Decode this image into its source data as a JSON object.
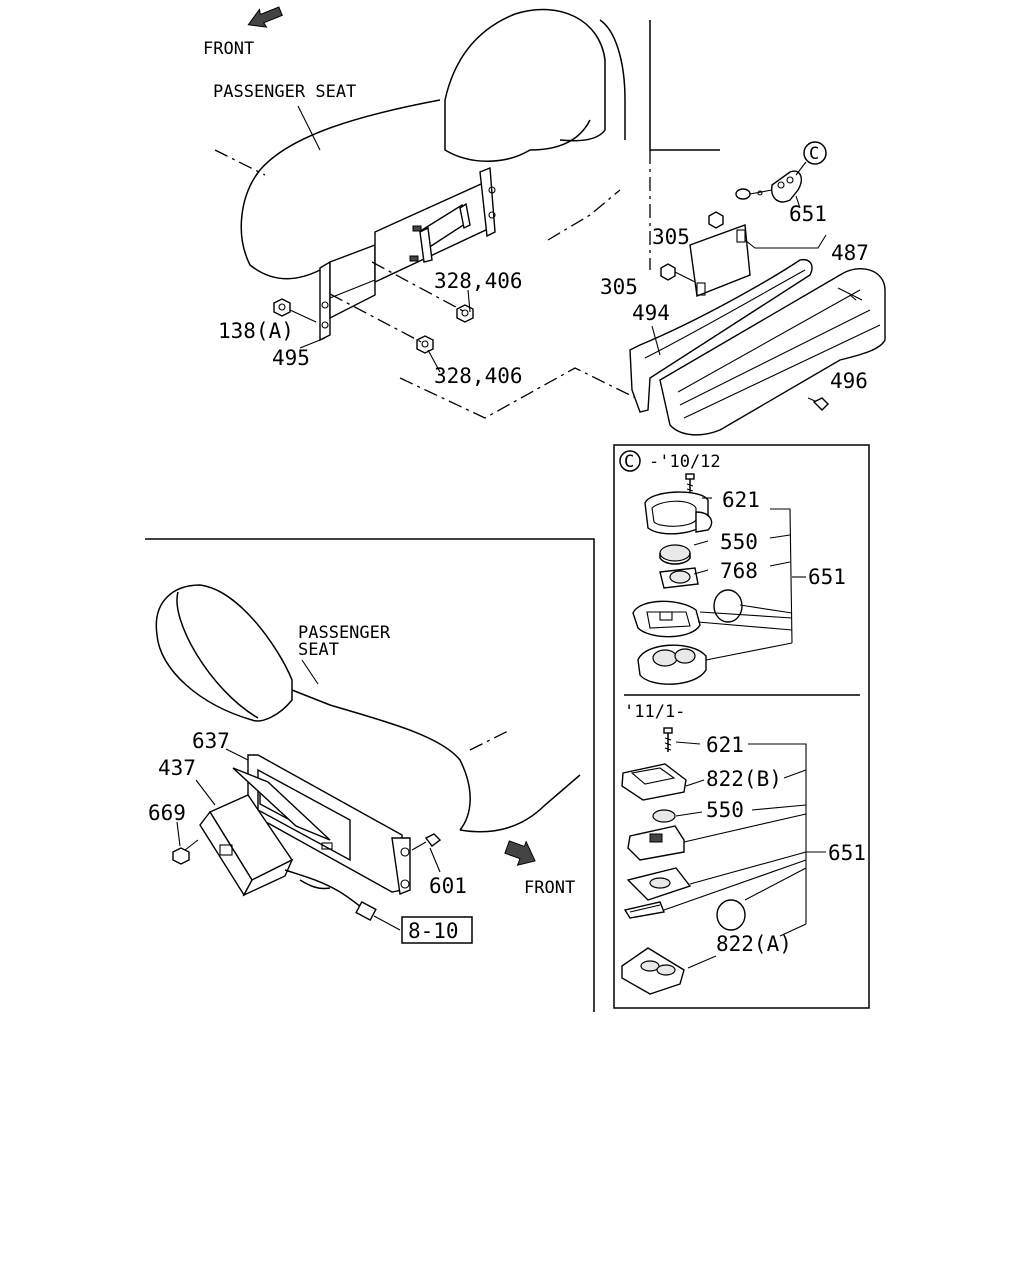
{
  "top_view": {
    "front_label": "FRONT",
    "seat_label": "PASSENGER SEAT",
    "callouts": {
      "c651": "651",
      "c305a": "305",
      "c487": "487",
      "c305b": "305",
      "c494": "494",
      "c496": "496",
      "c328a": "328,406",
      "c138": "138(A)",
      "c495": "495",
      "c328b": "328,406"
    },
    "ref_c": "C"
  },
  "inset": {
    "header_symbol": "C",
    "header_range": "-'10/12",
    "section1": {
      "c621": "621",
      "c550": "550",
      "c768": "768",
      "c651": "651"
    },
    "section2_range": "'11/1-",
    "section2": {
      "c621": "621",
      "c822b": "822(B)",
      "c550": "550",
      "c651": "651",
      "c822a": "822(A)"
    }
  },
  "bottom_view": {
    "seat_label_line1": "PASSENGER",
    "seat_label_line2": "SEAT",
    "front_label": "FRONT",
    "callouts": {
      "c637": "637",
      "c437": "437",
      "c669": "669",
      "c601": "601"
    },
    "ref_box": "8-10"
  }
}
